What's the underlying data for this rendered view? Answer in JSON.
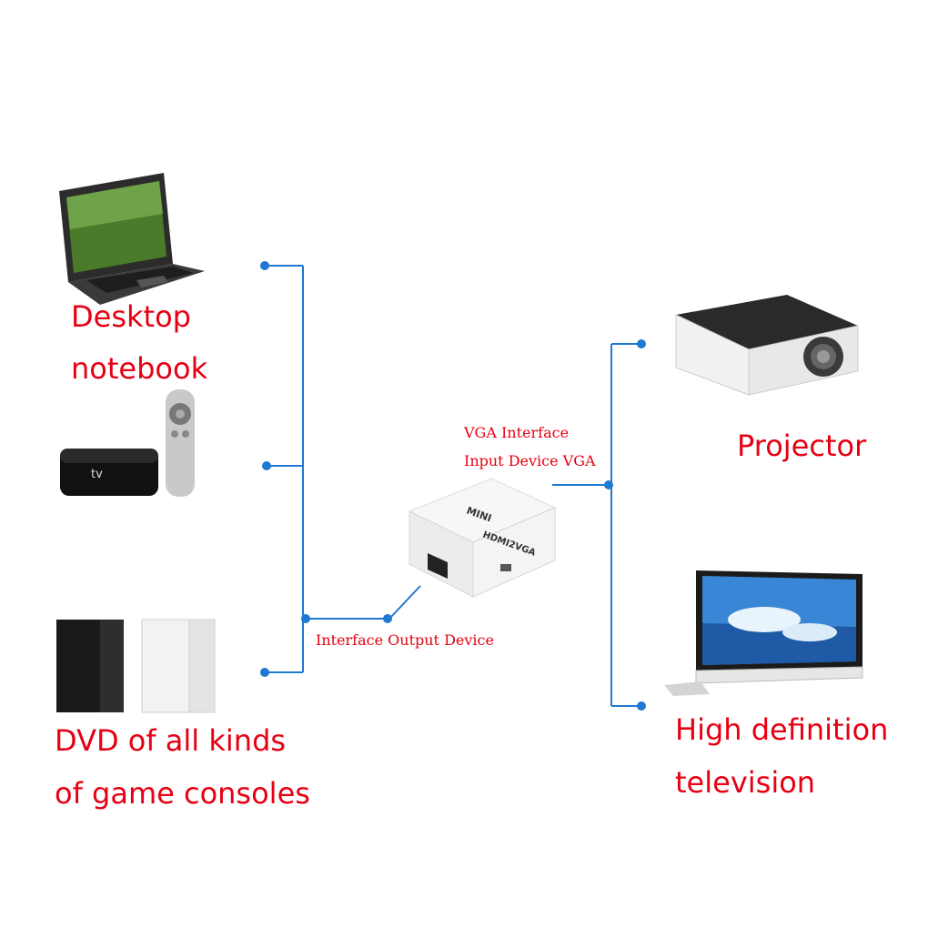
{
  "colors": {
    "label_red": "#e60012",
    "wire_blue": "#1f78d1"
  },
  "left_devices": {
    "desktop_notebook": [
      "Desktop",
      "notebook"
    ],
    "game_consoles": [
      "DVD of all kinds",
      "of game consoles"
    ]
  },
  "converter": {
    "top_label": "MINI",
    "bottom_label": "HDMI2VGA",
    "vga_label": [
      "VGA Interface",
      "Input Device VGA"
    ],
    "output_label": "Interface Output Device"
  },
  "right_devices": {
    "projector": "Projector",
    "television": [
      "High definition",
      "television"
    ]
  },
  "icons": [
    "laptop-icon",
    "apple-tv-icon",
    "remote-icon",
    "game-console-icon",
    "converter-box-icon",
    "projector-icon",
    "tv-monitor-icon"
  ]
}
